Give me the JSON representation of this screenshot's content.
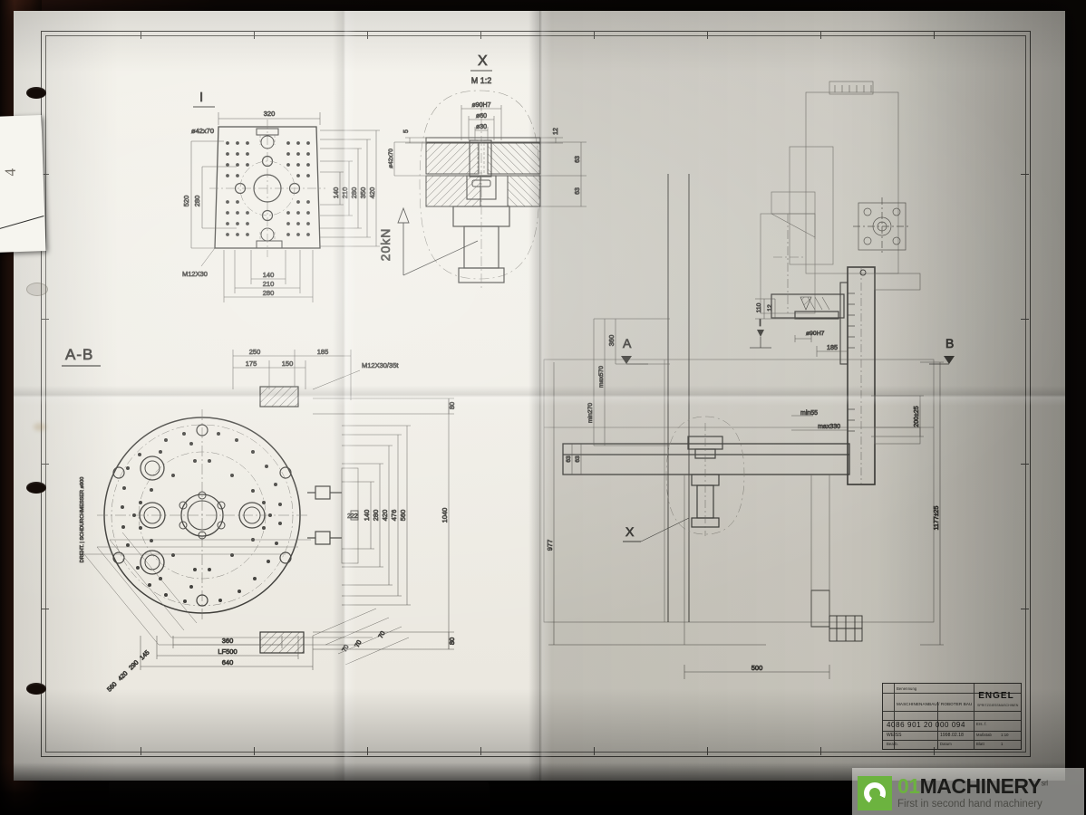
{
  "photo": {
    "subject": "folded engineering drawing on dark desk",
    "background_color": "#0b0908",
    "paper_color": "#efede5"
  },
  "slip_note": {
    "handwriting": "4"
  },
  "views": [
    {
      "id": "detail-i",
      "label": "I",
      "kind": "rectangular-platen-detail",
      "dimensions_top": [
        "320"
      ],
      "dimensions_bottom": [
        "140",
        "210",
        "280"
      ],
      "dimensions_left": [
        "520",
        "280"
      ],
      "dimensions_right": [
        "140",
        "210",
        "280",
        "350",
        "420"
      ],
      "notes": [
        "ø42x70",
        "M12X30"
      ]
    },
    {
      "id": "detail-x",
      "label": "X",
      "scale": "M 1:2",
      "kind": "sectioned-ejector-detail",
      "dimensions_top": [
        "ø90H7",
        "ø60",
        "ø30"
      ],
      "dimensions_left": [
        "5",
        "ø42x70"
      ],
      "dimensions_right": [
        "12",
        "63",
        "63"
      ],
      "force_label": "20kN"
    },
    {
      "id": "section-a-b",
      "label": "A-B",
      "kind": "round-platen-section",
      "dimensions_top": [
        "250",
        "185",
        "175",
        "150"
      ],
      "dimensions_right": [
        "80",
        "140",
        "280",
        "420",
        "476",
        "560",
        "1040",
        "80"
      ],
      "dimensions_bottom": [
        "145",
        "290",
        "420",
        "560",
        "360",
        "LF500",
        "640"
      ],
      "dimensions_angled": [
        "70",
        "70",
        "70"
      ],
      "inner_dimension": "222",
      "notes": [
        "M12X30/35t",
        "DREHT. | SCHDURCHMESSER ø900"
      ]
    },
    {
      "id": "main-assembly",
      "label": "",
      "kind": "machine-side-elevation",
      "dimensions_left": [
        "360",
        "max570",
        "min270",
        "977",
        "63",
        "63"
      ],
      "dimensions_center": [
        "110",
        "12",
        "ø90H7",
        "185",
        "min55",
        "max330",
        "500"
      ],
      "dimensions_right": [
        "200±25",
        "1177±25"
      ],
      "section_markers": [
        "A",
        "B",
        "X",
        "I"
      ]
    }
  ],
  "title_block": {
    "drawing_number": "4086 901 20 000 094",
    "company": "ENGEL",
    "company_sub": "SPRITZGIESSMASCHINEN",
    "fields": [
      {
        "label": "Benennung",
        "value": "MASCHINENANBAU / ROBOTER BAU"
      },
      {
        "label": "Ers. f.",
        "value": ""
      },
      {
        "label": "Datum",
        "value": "1998.02.18"
      },
      {
        "label": "Bearb.",
        "value": "WEISS"
      },
      {
        "label": "Blatt",
        "value": "1"
      },
      {
        "label": "Werkstoff",
        "value": ""
      },
      {
        "label": "Maßstab",
        "value": "1:10"
      }
    ]
  },
  "watermark": {
    "brand_prefix": "01",
    "brand_name": "MACHINERY",
    "brand_suffix": "srl",
    "tagline": "First in second hand machinery",
    "accent_color": "#6cb33f"
  }
}
